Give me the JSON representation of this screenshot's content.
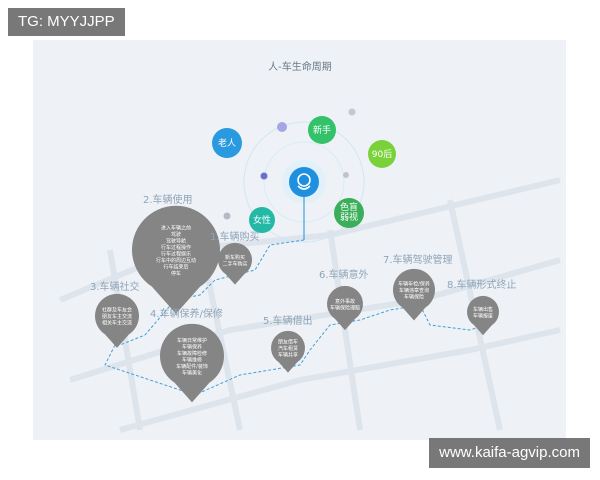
{
  "watermark_top": "TG: MYYJJPP",
  "watermark_bottom": "www.kaifa-agvip.com",
  "diagram": {
    "title": "人-车生命周期",
    "bubbles": [
      {
        "id": "old",
        "label": "老人",
        "color": "#2a9ae0"
      },
      {
        "id": "new",
        "label": "新手",
        "color": "#33c26a"
      },
      {
        "id": "post90",
        "label": "90后",
        "color": "#7bd13a"
      },
      {
        "id": "female",
        "label": "女性",
        "color": "#23b9a6"
      },
      {
        "id": "colorblind",
        "label": "色盲 弱视",
        "color": "#3aae5a"
      }
    ],
    "center_icon": "driver-icon",
    "stages": [
      {
        "id": "s1",
        "label": "1.车辆购买",
        "lines": [
          "新车购买",
          "二手车购买"
        ]
      },
      {
        "id": "s2",
        "label": "2.车辆使用",
        "lines": [
          "进入车辆之前",
          "驾驶",
          "驾驶导航",
          "行车过程操作",
          "行车过程娱乐",
          "行车中的周边互动",
          "行车结束后",
          "停车"
        ]
      },
      {
        "id": "s3",
        "label": "3.车辆社交",
        "lines": [
          "社群及车友会",
          "朋友车主交流",
          "相关车主交流"
        ]
      },
      {
        "id": "s4",
        "label": "4.车辆保养/保修",
        "lines": [
          "车辆日常维护",
          "车辆保养",
          "车辆故障检修",
          "车辆维修",
          "车辆配件/装饰",
          "车辆美化"
        ]
      },
      {
        "id": "s5",
        "label": "5.车辆借出",
        "lines": [
          "朋友借车",
          "汽车租赁",
          "车辆共享"
        ]
      },
      {
        "id": "s6",
        "label": "6.车辆意外",
        "lines": [
          "意外事故",
          "车辆保险理赔"
        ]
      },
      {
        "id": "s7",
        "label": "7.车辆驾驶管理",
        "lines": [
          "车辆年检/保养",
          "车辆违章查询",
          "车辆保险"
        ]
      },
      {
        "id": "s8",
        "label": "8.车辆形式终止",
        "lines": [
          "车辆出售",
          "车辆报废"
        ]
      }
    ]
  }
}
